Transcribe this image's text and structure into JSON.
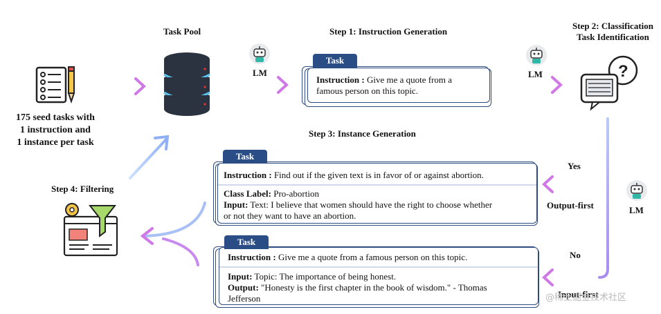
{
  "labels": {
    "task_pool": "Task Pool",
    "step1": "Step 1: Instruction Generation",
    "step2_line1": "Step 2: Classification",
    "step2_line2": "Task Identification",
    "step3": "Step 3: Instance Generation",
    "step4": "Step 4: Filtering",
    "lm": "LM",
    "yes": "Yes",
    "no": "No",
    "output_first": "Output-first",
    "input_first": "Input-first"
  },
  "seed": {
    "line1": "175 seed tasks with",
    "line2": "1 instruction and",
    "line3": "1 instance per task"
  },
  "task_tab": "Task",
  "card1": {
    "instruction_key": "Instruction :",
    "instruction_val": " Give me a quote from a",
    "instruction_val2": "famous person on this topic."
  },
  "card2": {
    "instruction_key": "Instruction :",
    "instruction_val": " Find out if the given text is in favor of or against abortion.",
    "class_key": "Class Label:",
    "class_val": " Pro-abortion",
    "input_key": "Input:",
    "input_val": " Text: I believe that women should have the right to choose whether",
    "input_val2": "or not they want to have an abortion."
  },
  "card3": {
    "instruction_key": "Instruction :",
    "instruction_val": " Give me a quote from a famous person on this topic.",
    "input_key": "Input:",
    "input_val": " Topic: The importance of being honest.",
    "output_key": "Output:",
    "output_val": " \"Honesty is the first chapter in the book of wisdom.\" - Thomas",
    "output_val2": "Jefferson"
  },
  "watermark": "@稀土掘金技术社区",
  "colors": {
    "arrow_a": "#9fb8f5",
    "arrow_b": "#d07be8",
    "tab": "#2b4d86",
    "border": "#2b4a7f"
  }
}
